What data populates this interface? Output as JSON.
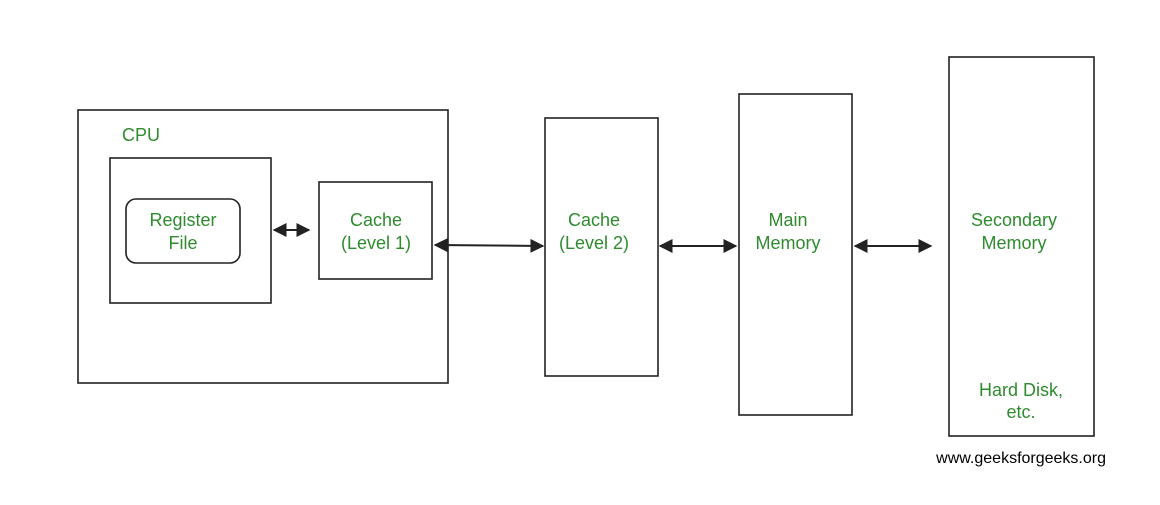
{
  "cpu": {
    "label": "CPU"
  },
  "register_file": {
    "line1": "Register",
    "line2": "File"
  },
  "cache_l1": {
    "line1": "Cache",
    "line2": "(Level 1)"
  },
  "cache_l2": {
    "line1": "Cache",
    "line2": "(Level 2)"
  },
  "main_memory": {
    "line1": "Main",
    "line2": "Memory"
  },
  "secondary_memory": {
    "line1": "Secondary",
    "line2": "Memory",
    "note1": "Hard Disk,",
    "note2": "etc."
  },
  "watermark": "www.geeksforgeeks.org"
}
